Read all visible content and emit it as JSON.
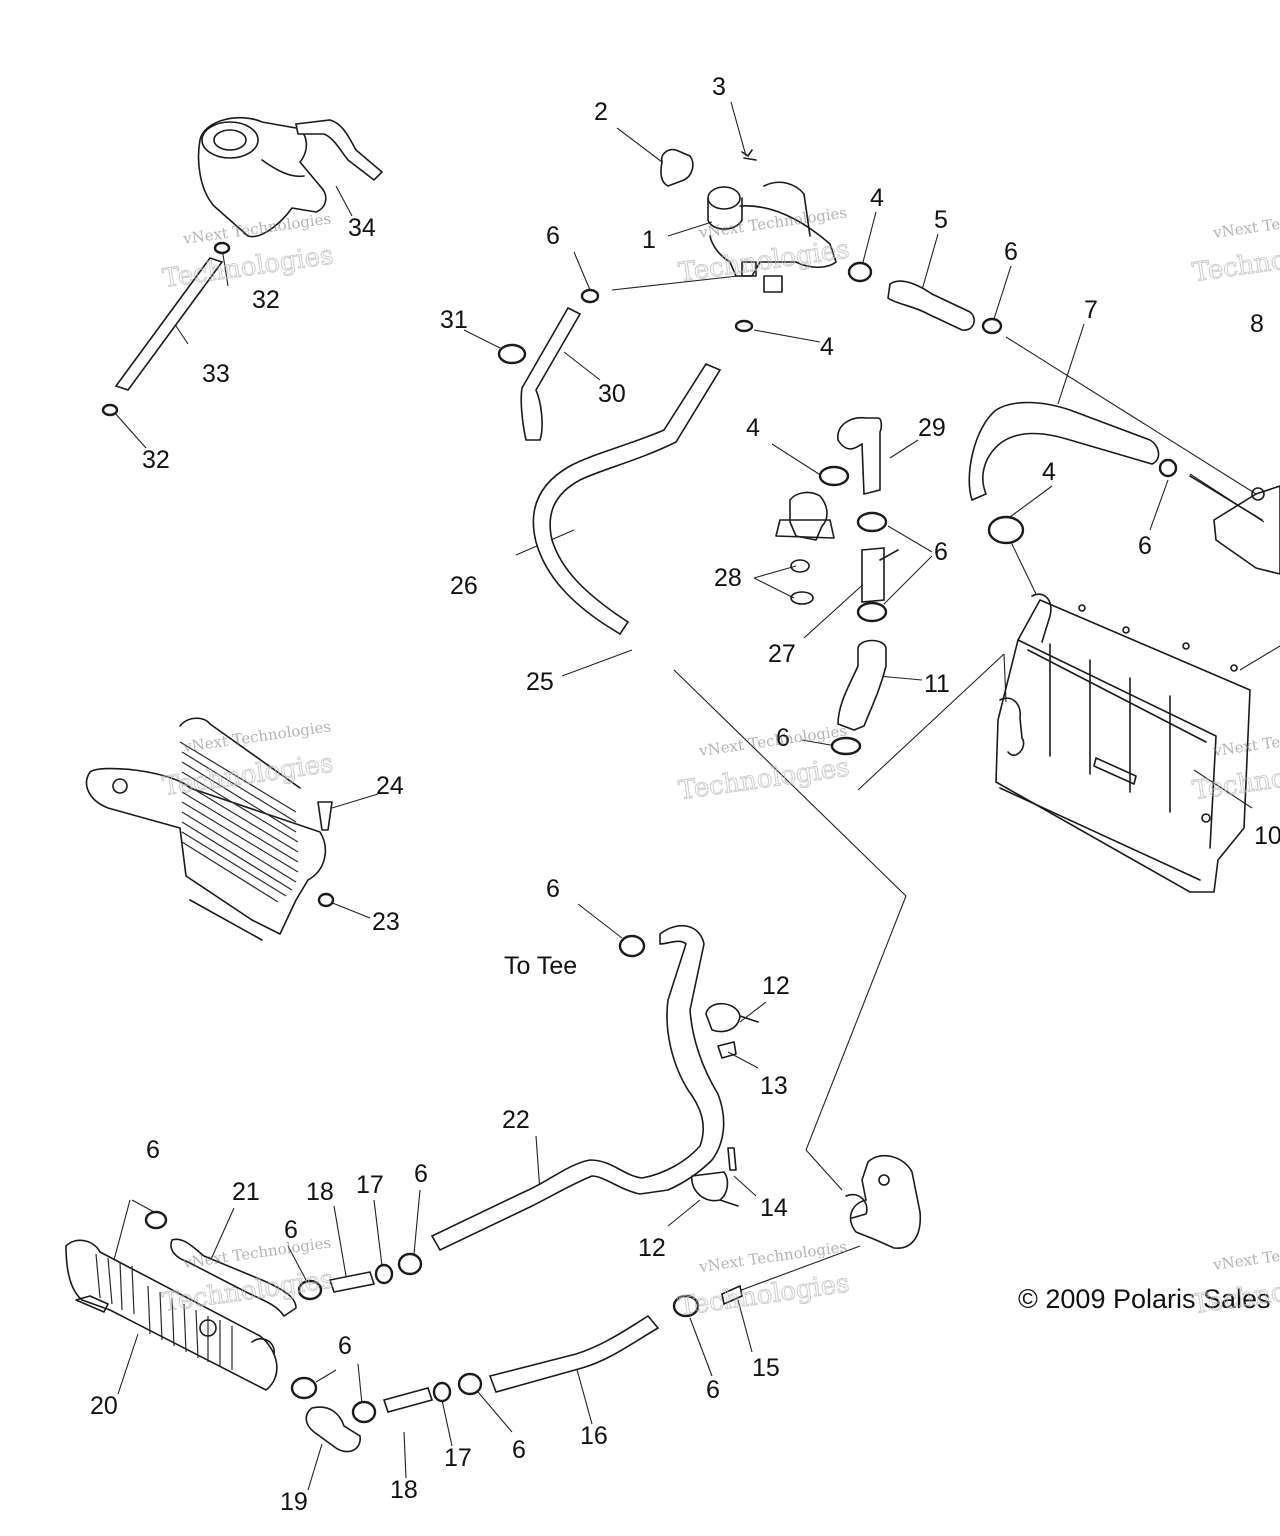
{
  "diagram": {
    "callouts": [
      "1",
      "2",
      "3",
      "4",
      "5",
      "6",
      "7",
      "8",
      "10",
      "11",
      "12",
      "13",
      "14",
      "15",
      "16",
      "17",
      "18",
      "19",
      "20",
      "21",
      "22",
      "23",
      "24",
      "25",
      "26",
      "27",
      "28",
      "29",
      "30",
      "31",
      "32",
      "33",
      "34"
    ],
    "notes": {
      "to_tee": "To Tee"
    },
    "copyright": "© 2009 Polaris Sales",
    "watermark": {
      "line1": "vNext Technologies",
      "line2": "Technologies"
    }
  }
}
